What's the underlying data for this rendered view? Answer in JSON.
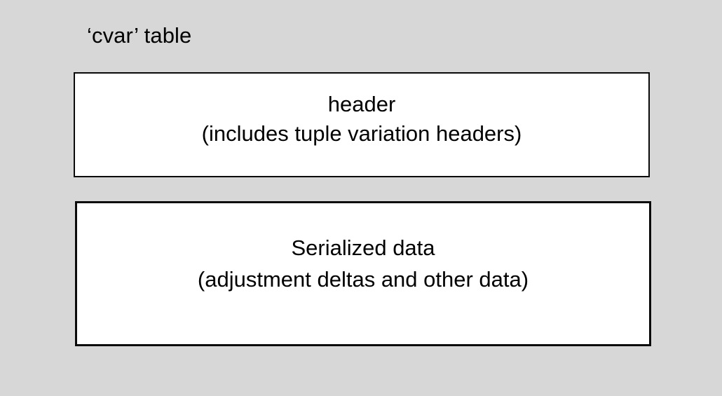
{
  "diagram": {
    "type": "block-diagram",
    "title": "‘cvar’ table",
    "background_color": "#d7d7d7",
    "block_fill_color": "#ffffff",
    "block_border_color": "#000000",
    "text_color": "#000000",
    "blocks": [
      {
        "id": "header",
        "line1": "header",
        "line2": "(includes tuple variation headers)"
      },
      {
        "id": "serialized-data",
        "line1": "Serialized data",
        "line2": "(adjustment deltas and other data)"
      }
    ]
  }
}
